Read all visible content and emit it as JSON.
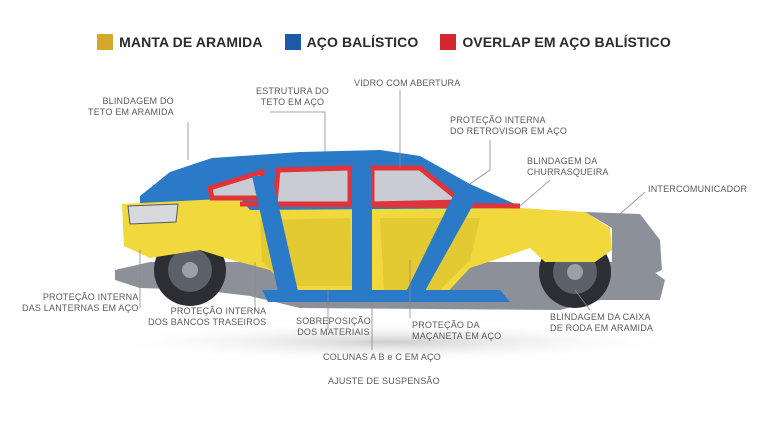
{
  "legend": [
    {
      "label": "MANTA DE ARAMIDA",
      "color": "#d4a82a"
    },
    {
      "label": "AÇO BALÍSTICO",
      "color": "#1f5aa8"
    },
    {
      "label": "OVERLAP EM AÇO BALÍSTICO",
      "color": "#d22630"
    }
  ],
  "colors": {
    "aramid": "#f1d83c",
    "aramid_dark": "#d9bf2a",
    "steel": "#2a7ac8",
    "overlap": "#e0343a",
    "body": "#8c9098",
    "tire": "#2c2e33"
  },
  "callouts": {
    "roof_aramid": {
      "line1": "BLINDAGEM  DO",
      "line2": "TETO EM ARAMIDA"
    },
    "roof_structure": {
      "line1": "ESTRUTURA DO",
      "line2": "TETO EM AÇO"
    },
    "glass": {
      "line1": "VIDRO COM ABERTURA"
    },
    "mirror": {
      "line1": "PROTEÇÃO INTERNA",
      "line2": "DO RETROVISOR EM AÇO"
    },
    "grill": {
      "line1": "BLINDAGEM  DA",
      "line2": "CHURRASQUEIRA"
    },
    "intercom": {
      "line1": "INTERCOMUNICADOR"
    },
    "lanterns": {
      "line1": "PROTEÇÃO INTERNA",
      "line2": "DAS LANTERNAS EM AÇO"
    },
    "rear_seats": {
      "line1": "PROTEÇÃO INTERNA",
      "line2": "DOS BANCOS TRASEIROS"
    },
    "overlap_materials": {
      "line1": "SOBREPOSIÇÃO",
      "line2": "DOS MATERIAIS"
    },
    "columns": {
      "line1": "COLUNAS  A B e C EM AÇO"
    },
    "suspension": {
      "line1": "AJUSTE DE SUSPENSÃO"
    },
    "door_handle": {
      "line1": "PROTEÇÃO DA",
      "line2": "MAÇANETA EM AÇO"
    },
    "wheel_arch": {
      "line1": "BLINDAGEM  DA CAIXA",
      "line2": "DE RODA EM ARAMIDA"
    }
  }
}
